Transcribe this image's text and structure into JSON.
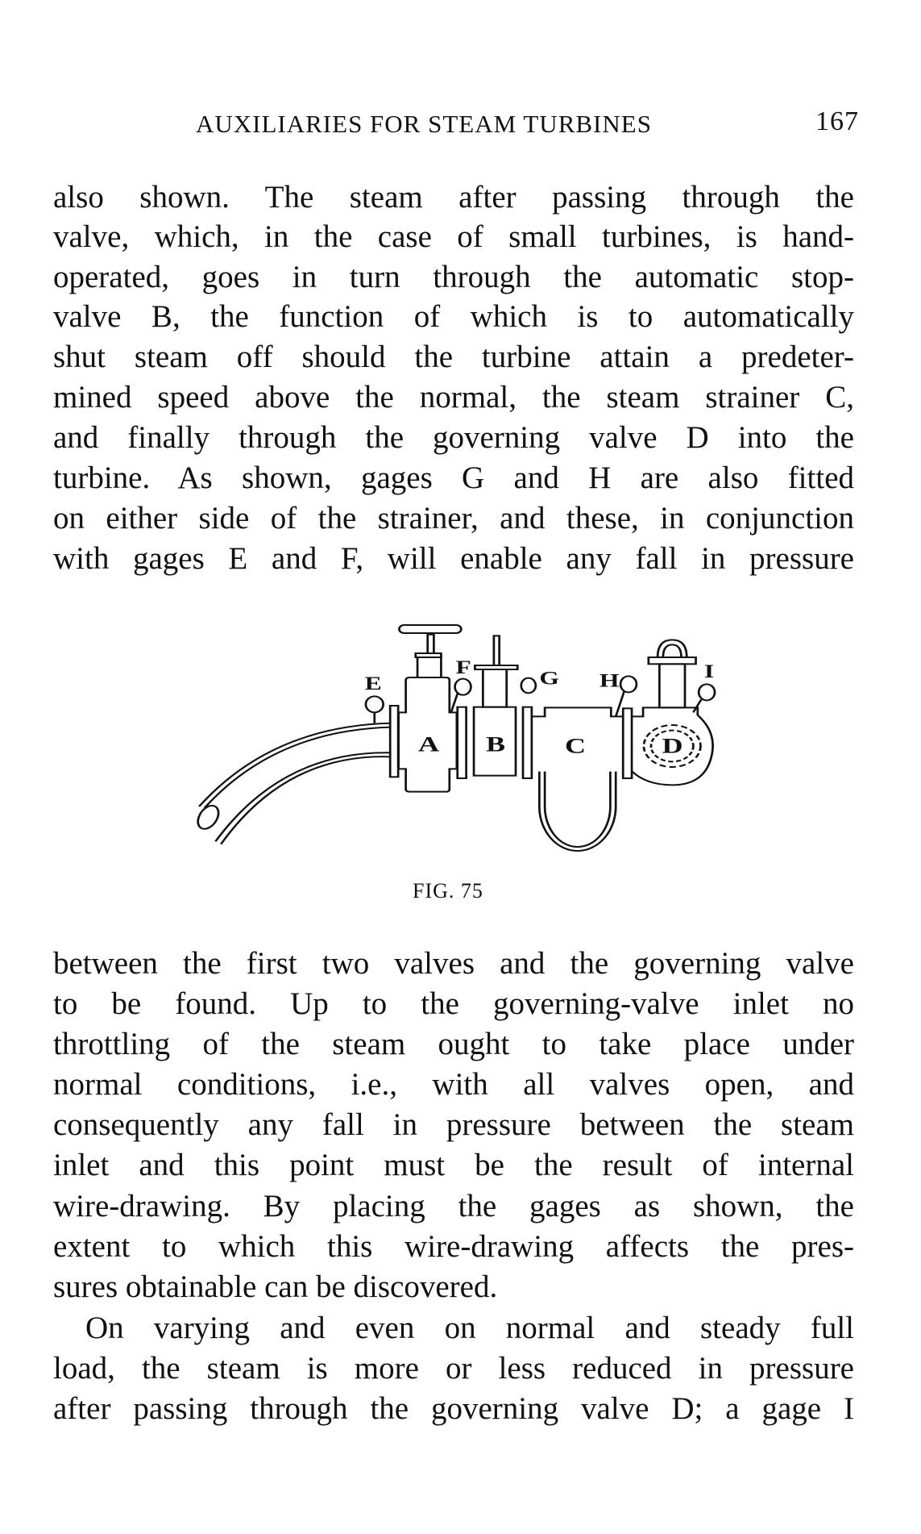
{
  "header": {
    "running_title": "AUXILIARIES FOR STEAM TURBINES",
    "page_number": "167"
  },
  "paragraph1_lines": [
    "also shown. The steam after passing through the",
    "valve, which, in the case of small turbines, is hand-",
    "operated, goes in turn through the automatic stop-",
    "valve B, the function of which is to automatically",
    "shut steam off should the turbine attain a predeter-",
    "mined speed above the normal, the steam strainer C,",
    "and finally through the governing valve D into the",
    "turbine. As shown, gages G and H are also fitted",
    "on either side of the strainer, and these, in conjunction",
    "with gages E and F, will enable any fall in pressure"
  ],
  "figure": {
    "caption": "FIG. 75",
    "labels": {
      "A": "A",
      "B": "B",
      "C": "C",
      "D": "D",
      "E": "E",
      "F": "F",
      "G": "G",
      "H": "H",
      "I": "I"
    }
  },
  "paragraph2_lines": [
    "between the first two valves and the governing valve",
    "to be found. Up to the governing-valve inlet no",
    "throttling of the steam ought to take place under",
    "normal conditions, i.e., with all valves open, and",
    "consequently any fall in pressure between the steam",
    "inlet and this point must be the result of internal",
    "wire-drawing. By placing the gages as shown, the",
    "extent to which this wire-drawing affects the pres-",
    "sures obtainable can be discovered."
  ],
  "paragraph3_lines": [
    "On varying and even on normal and steady full",
    "load, the steam is more or less reduced in pressure",
    "after passing through the governing valve D; a gage I"
  ]
}
